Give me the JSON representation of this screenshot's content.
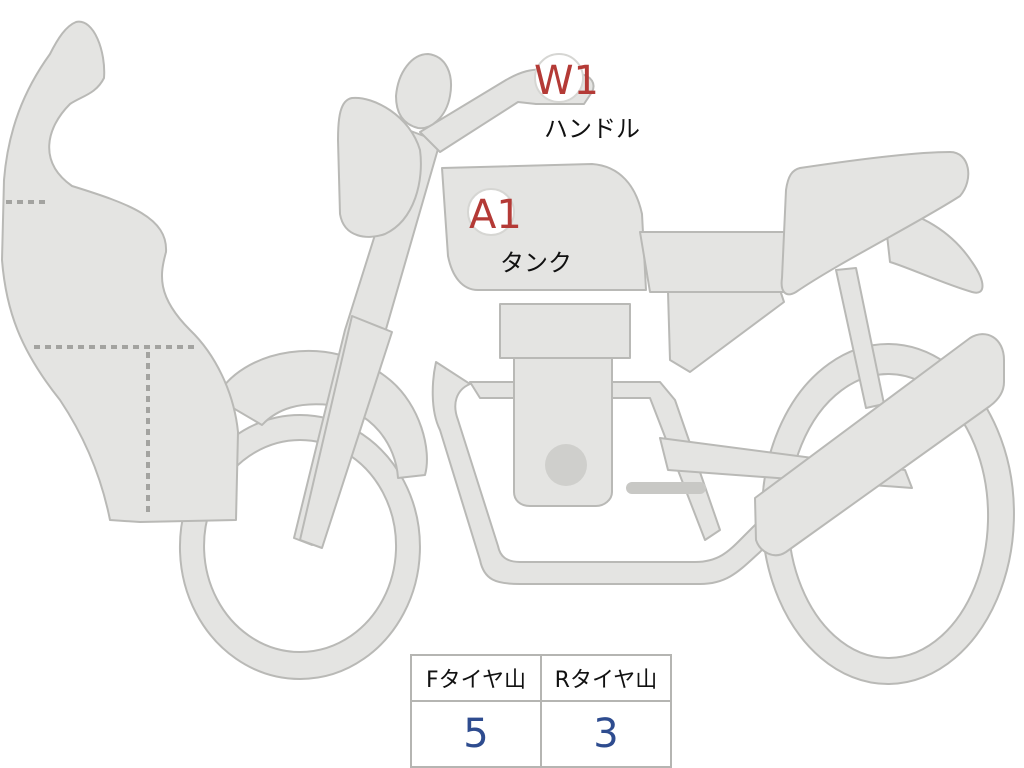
{
  "diagram": {
    "parts": [
      {
        "code": "W1",
        "label": "ハンドル"
      },
      {
        "code": "A1",
        "label": "タンク"
      }
    ]
  },
  "tread_table": {
    "headers": [
      "Fタイヤ山",
      "Rタイヤ山"
    ],
    "values": [
      "5",
      "3"
    ]
  },
  "colors": {
    "part_fill": "#e4e4e2",
    "part_outline": "#b9b9b6",
    "code_text": "#b43a36",
    "value_text": "#2e4c8f"
  }
}
